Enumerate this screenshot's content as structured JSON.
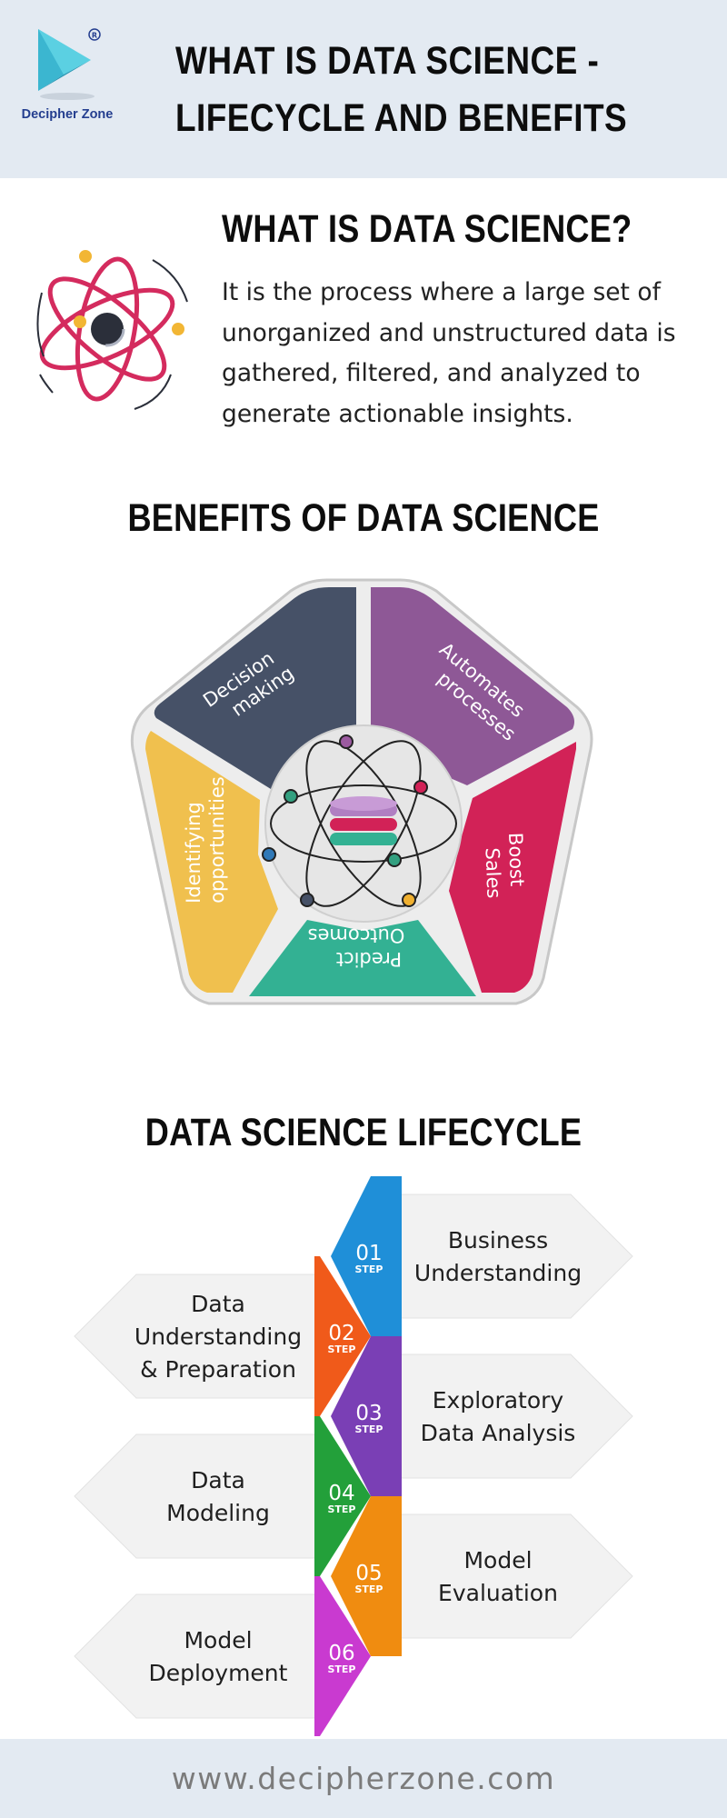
{
  "header": {
    "brand": "Decipher Zone",
    "title_line1": "WHAT IS DATA SCIENCE -",
    "title_line2": "LIFECYCLE AND BENEFITS"
  },
  "what_is": {
    "title": "WHAT IS DATA SCIENCE?",
    "lines": [
      "It is the process where a large set of",
      "unorganized and unstructured data is",
      "gathered, filtered, and analyzed to",
      "generate actionable insights."
    ]
  },
  "benefits": {
    "title": "BENEFITS OF DATA SCIENCE",
    "segments": [
      {
        "lines": [
          "Decision",
          "making"
        ],
        "color": "#465167"
      },
      {
        "lines": [
          "Automates",
          "processes"
        ],
        "color": "#8e5896"
      },
      {
        "lines": [
          "Boost",
          "Sales"
        ],
        "color": "#d22257"
      },
      {
        "lines": [
          "Predict",
          "Outcomes"
        ],
        "color": "#33b193"
      },
      {
        "lines": [
          "Identifying",
          "opportunities"
        ],
        "color": "#f0c04e"
      }
    ]
  },
  "lifecycle": {
    "title": "DATA SCIENCE LIFECYCLE",
    "step_word": "STEP",
    "steps": [
      {
        "num": "01",
        "lines": [
          "Business",
          "Understanding"
        ],
        "color": "#1f8fd8",
        "side": "right"
      },
      {
        "num": "02",
        "lines": [
          "Data",
          "Understanding",
          "& Preparation"
        ],
        "color": "#f05a1a",
        "side": "left"
      },
      {
        "num": "03",
        "lines": [
          "Exploratory",
          "Data Analysis"
        ],
        "color": "#7a3fb5",
        "side": "right"
      },
      {
        "num": "04",
        "lines": [
          "Data",
          "Modeling"
        ],
        "color": "#23a03a",
        "side": "left"
      },
      {
        "num": "05",
        "lines": [
          "Model",
          "Evaluation"
        ],
        "color": "#f08c10",
        "side": "right"
      },
      {
        "num": "06",
        "lines": [
          "Model",
          "Deployment"
        ],
        "color": "#c93ad0",
        "side": "left"
      }
    ]
  },
  "footer": {
    "url": "www.decipherzone.com"
  }
}
